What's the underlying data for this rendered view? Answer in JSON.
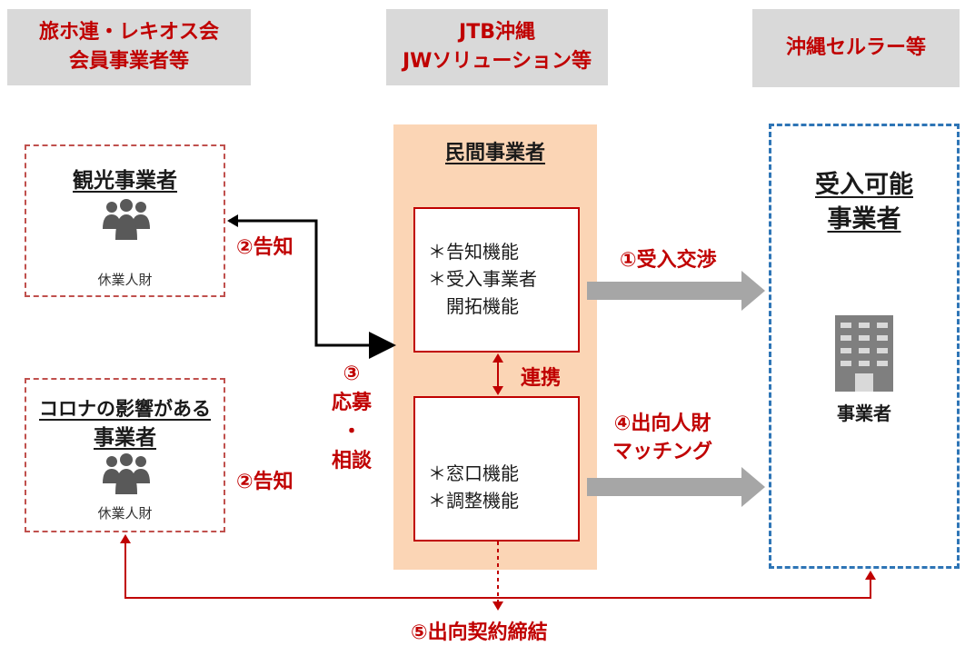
{
  "headers": {
    "left": [
      "旅ホ連・レキオス会",
      "会員事業者等"
    ],
    "center": [
      "JTB沖縄",
      "JWソリューション等"
    ],
    "right": [
      "沖縄セルラー等"
    ]
  },
  "left_boxes": {
    "top": {
      "title": "観光事業者",
      "caption": "休業人財",
      "icon": "people-group-icon"
    },
    "bottom": {
      "title_line1": "コロナの影響がある",
      "title_line2": "事業者",
      "caption": "休業人財",
      "icon": "people-group-icon"
    }
  },
  "center_panel": {
    "title": "民間事業者",
    "upper_functions": [
      "＊告知機能",
      "＊受入事業者",
      "　開拓機能"
    ],
    "lower_functions": [
      "＊窓口機能",
      "＊調整機能"
    ],
    "link_label": "連携"
  },
  "right_box": {
    "title_line1": "受入可能",
    "title_line2": "事業者",
    "caption": "事業者",
    "icon": "office-building-icon"
  },
  "labels": {
    "notify_top": "②告知",
    "notify_bottom": "②告知",
    "apply_num": "③",
    "apply_1": "応募",
    "apply_dot": "・",
    "apply_2": "相談",
    "negotiate": "①受入交渉",
    "matching_1": "④出向人財",
    "matching_2": "マッチング",
    "contract": "⑤出向契約締結"
  },
  "colors": {
    "accent_red": "#c00000",
    "header_gray": "#d9d9d9",
    "panel_peach": "#fbd5b5",
    "dashed_blue": "#2e75b6",
    "arrow_gray": "#a6a6a6"
  }
}
